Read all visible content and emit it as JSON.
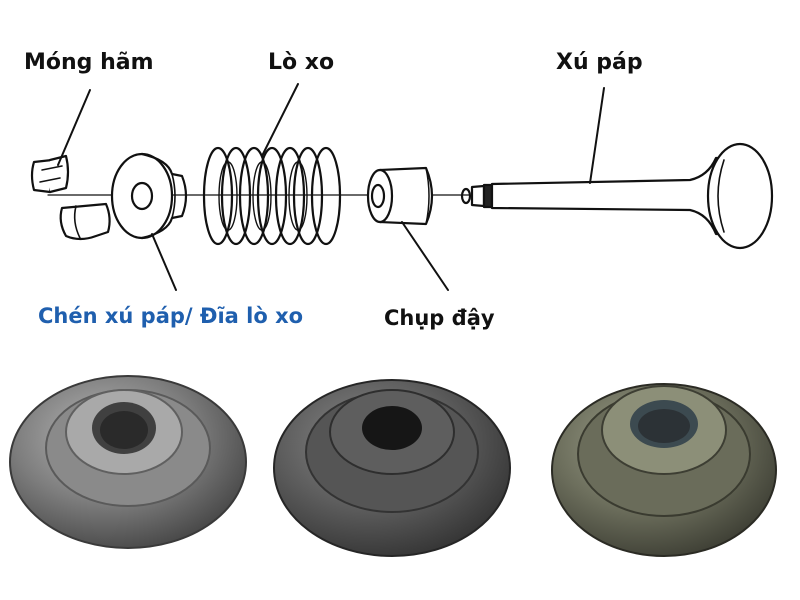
{
  "labels": {
    "mong_ham": "Móng hãm",
    "lo_xo": "Lò xo",
    "xu_pap": "Xú páp",
    "chen_xu_pap": "Chén xú páp/ Đĩa lò xo",
    "chup_day": "Chụp đậy"
  },
  "colors": {
    "highlight_label": "#1f5fae",
    "label": "#111111",
    "line_art": "#111111"
  },
  "photos": [
    "retainer-photo-1",
    "retainer-photo-2",
    "retainer-photo-3"
  ]
}
